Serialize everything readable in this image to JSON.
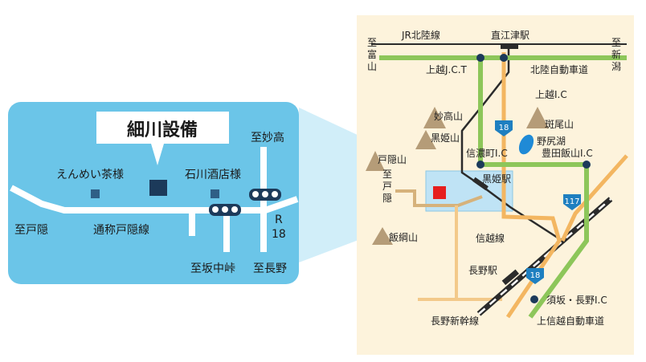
{
  "inset": {
    "company": "細川設備",
    "to_myoko": "至妙高",
    "to_togakushi": "至戸隠",
    "to_sakanaka": "至坂中峠",
    "to_nagano": "至長野",
    "road_name": "通称戸隠線",
    "route_r": "R",
    "route_num": "18",
    "landmark_enmei": "えんめい茶様",
    "landmark_ishikawa": "石川酒店様"
  },
  "map": {
    "to_toyama": [
      "至",
      "富",
      "山"
    ],
    "to_niigata": [
      "至",
      "新",
      "潟"
    ],
    "to_togakushi": [
      "至",
      "戸",
      "隠"
    ],
    "jr_hokuriku": "JR北陸線",
    "naoetsu_station": "直江津駅",
    "joetsu_jct": "上越J.C.T",
    "hokuriku_expressway": "北陸自動車道",
    "joetsu_ic": "上越I.C",
    "myoko_san": "妙高山",
    "madarao_san": "斑尾山",
    "kurohime_san": "黒姫山",
    "nojiri_ko": "野尻湖",
    "togakushi_san": "戸隠山",
    "shinanomachi_ic": "信濃町I.C",
    "toyota_iiyama_ic": "豊田飯山I.C",
    "kurohime_station": "黒姫駅",
    "route18_a": "18",
    "route18_b": "18",
    "route117": "117",
    "shinetsu_line": "信越線",
    "iizuna_san": "飯綱山",
    "nagano_station": "長野駅",
    "suzaka_nagano_ic": "須坂・長野I.C",
    "nagano_shinkansen": "長野新幹線",
    "joshinetsu_expressway": "上信越自動車道"
  },
  "colors": {
    "inset_bg": "#6bc5e8",
    "map_bg": "#fdf3dc",
    "expressway": "#8dc65a",
    "national_route": "#f3b661",
    "rail": "#2b2b2b",
    "local_road": "#d6b27b",
    "marker": "#e61e1e",
    "route_badge": "#1e7fc0",
    "lake": "#1f8ad6",
    "mountain": "#b59c78",
    "company_mark": "#1c3a5a"
  }
}
